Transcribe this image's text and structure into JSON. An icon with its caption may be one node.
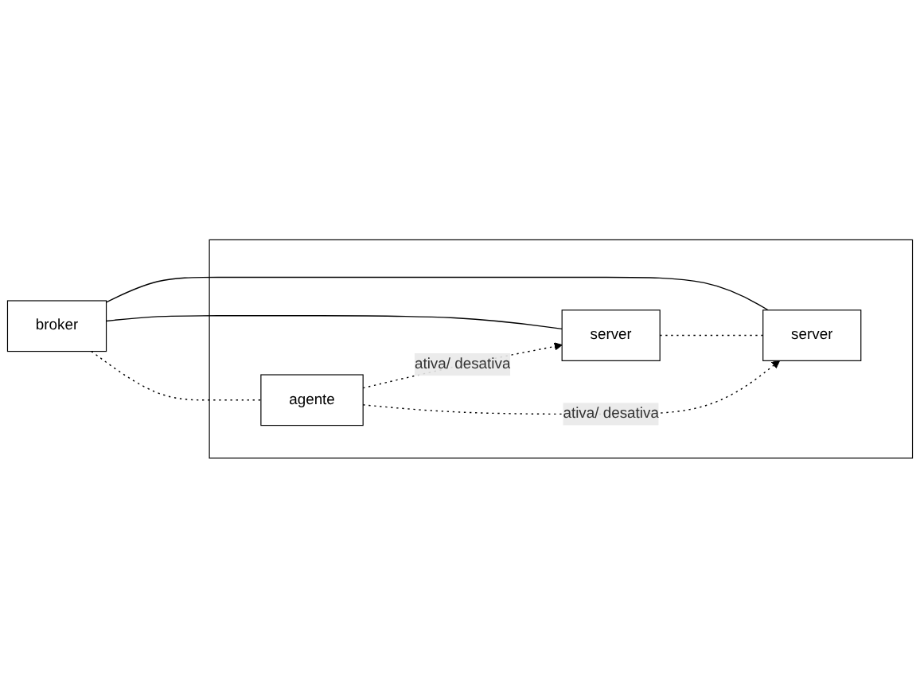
{
  "diagram": {
    "nodes": [
      {
        "text": [
          "broker"
        ]
      },
      {
        "text": [],
        "shape": "box"
      },
      {
        "text": [
          "agente"
        ],
        "in": 1
      },
      {
        "text": [
          "server"
        ],
        "in": 1
      },
      {
        "text": [
          "server"
        ],
        "in": 1
      }
    ],
    "edges": [
      {
        "from": 0,
        "to": 2,
        "arrow": "none",
        "style": "dashed"
      },
      {
        "from": 0,
        "to": 3,
        "arrow": "none"
      },
      {
        "from": 0,
        "to": 4,
        "arrow": "none"
      },
      {
        "from": 3,
        "to": 4,
        "arrow": "none",
        "style": "dashed"
      },
      {
        "from": 2,
        "to": 3,
        "arrow": "to",
        "style": "dashed",
        "label": "ativa/ desativa"
      },
      {
        "from": 2,
        "to": 4,
        "arrow": "to",
        "style": "dashed",
        "label": "ativa/ desativa"
      }
    ]
  }
}
